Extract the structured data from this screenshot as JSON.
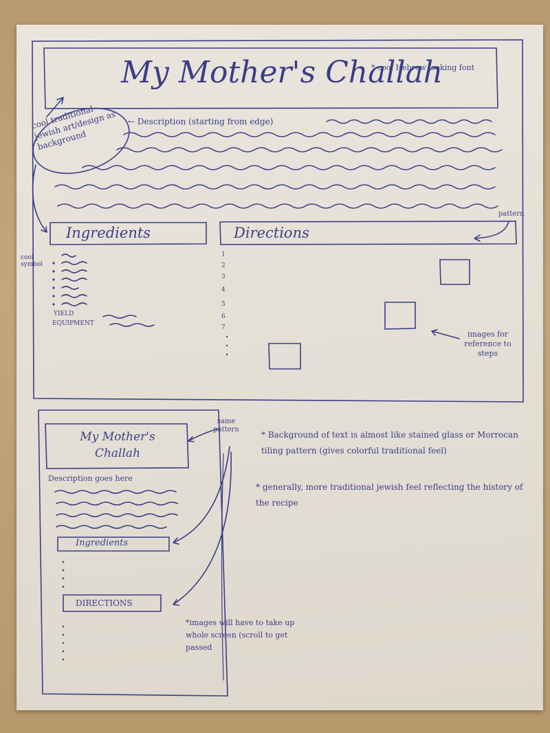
{
  "desktop": {
    "title": "My Mother's Challah",
    "title_note": "* cool Hebrew looking font",
    "bg_note": "cool traditional jewish art/design as background",
    "description": "← Description (starting from edge)",
    "ingredients_header": "Ingredients",
    "directions_header": "Directions",
    "pattern_note": "pattern",
    "symbol_note": "cool symbol",
    "yield_label": "YIELD",
    "equipment_label": "EQUIPMENT",
    "step_numbers": [
      "1",
      "2",
      "3",
      "4",
      "5",
      "6",
      "7"
    ],
    "images_note": "images for reference to steps"
  },
  "mobile": {
    "title": "My Mother's Challah",
    "description": "Description goes here",
    "ingredients_header": "Ingredients",
    "directions_header": "DIRECTIONS",
    "same_pattern_note": "same pattern",
    "images_note": "*images will have to take up whole screen (scroll to get passed"
  },
  "notes": [
    "* Background of text is almost like stained glass or Morrocan tiling pattern (gives colorful traditional feel)",
    "* generally, more traditional jewish feel reflecting the history of the recipe"
  ],
  "colors": {
    "ink": "#3b3e86",
    "paper": "#e6e1d8",
    "table": "#bd9f72"
  }
}
